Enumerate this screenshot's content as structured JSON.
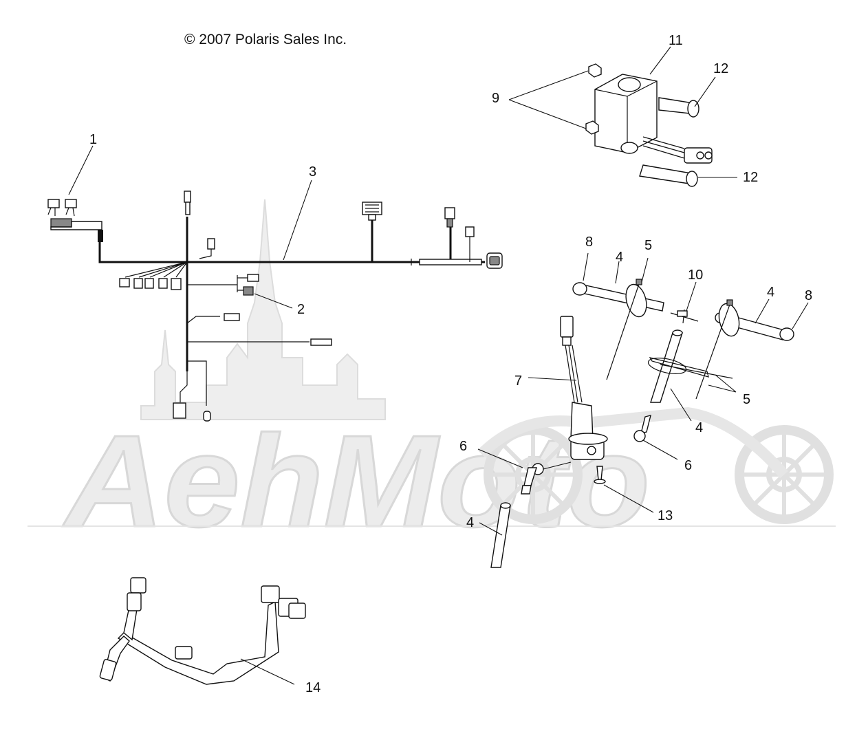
{
  "diagram": {
    "copyright": "© 2007 Polaris Sales Inc.",
    "watermark": "AehMoto",
    "callouts": [
      {
        "id": "c1",
        "label": "1"
      },
      {
        "id": "c2",
        "label": "2"
      },
      {
        "id": "c3",
        "label": "3"
      },
      {
        "id": "c4a",
        "label": "4"
      },
      {
        "id": "c4b",
        "label": "4"
      },
      {
        "id": "c4c",
        "label": "4"
      },
      {
        "id": "c4d",
        "label": "4"
      },
      {
        "id": "c5a",
        "label": "5"
      },
      {
        "id": "c5b",
        "label": "5"
      },
      {
        "id": "c6a",
        "label": "6"
      },
      {
        "id": "c6b",
        "label": "6"
      },
      {
        "id": "c7",
        "label": "7"
      },
      {
        "id": "c8a",
        "label": "8"
      },
      {
        "id": "c8b",
        "label": "8"
      },
      {
        "id": "c9",
        "label": "9"
      },
      {
        "id": "c10",
        "label": "10"
      },
      {
        "id": "c11",
        "label": "11"
      },
      {
        "id": "c12a",
        "label": "12"
      },
      {
        "id": "c12b",
        "label": "12"
      },
      {
        "id": "c13",
        "label": "13"
      },
      {
        "id": "c14",
        "label": "14"
      }
    ]
  }
}
